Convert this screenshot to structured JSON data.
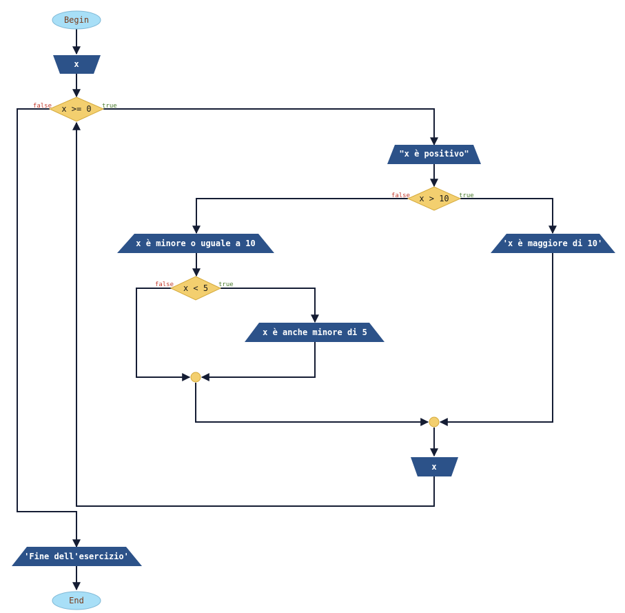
{
  "colors": {
    "terminal_fill": "#a8dff7",
    "terminal_stroke": "#7fb8d6",
    "io_fill": "#2c5289",
    "decision_fill": "#f3cf6f",
    "decision_stroke": "#d4a93a",
    "edge": "#141c33",
    "false_label": "#c0392b",
    "true_label": "#4a7a2c"
  },
  "nodes": {
    "begin": {
      "type": "terminal",
      "label": "Begin"
    },
    "input_x": {
      "type": "input",
      "label": "x"
    },
    "cond_x_ge_0": {
      "type": "decision",
      "label": "x >= 0",
      "false_label": "false",
      "true_label": "true"
    },
    "out_positivo": {
      "type": "output",
      "label": "\"x è positivo\""
    },
    "cond_x_gt_10": {
      "type": "decision",
      "label": "x > 10",
      "false_label": "false",
      "true_label": "true"
    },
    "out_minore_10": {
      "type": "output",
      "label": "x è minore o uguale a 10"
    },
    "out_maggiore_10": {
      "type": "output",
      "label": "'x è maggiore di 10'"
    },
    "cond_x_lt_5": {
      "type": "decision",
      "label": "x < 5",
      "false_label": "false",
      "true_label": "true"
    },
    "out_minore_5": {
      "type": "output",
      "label": "x è anche minore di 5"
    },
    "join_inner": {
      "type": "junction"
    },
    "join_outer": {
      "type": "junction"
    },
    "input_x2": {
      "type": "input",
      "label": "x"
    },
    "out_fine": {
      "type": "output",
      "label": "'Fine dell'esercizio'"
    },
    "end": {
      "type": "terminal",
      "label": "End"
    }
  }
}
